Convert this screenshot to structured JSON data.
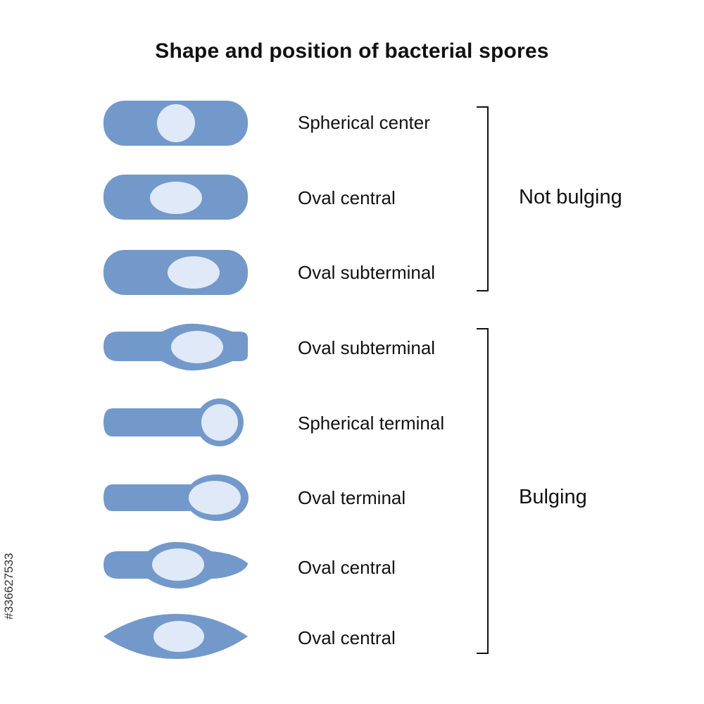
{
  "title": "Shape and position of bacterial spores",
  "colors": {
    "cell": "#7399cb",
    "spore": "#dfe9f8",
    "bracket": "#111111"
  },
  "cells": [
    {
      "label": "Spherical center"
    },
    {
      "label": "Oval central"
    },
    {
      "label": "Oval subterminal"
    },
    {
      "label": "Oval subterminal"
    },
    {
      "label": "Spherical terminal"
    },
    {
      "label": "Oval terminal"
    },
    {
      "label": "Oval central"
    },
    {
      "label": "Oval central"
    }
  ],
  "groups": [
    {
      "label": "Not bulging"
    },
    {
      "label": "Bulging"
    }
  ],
  "image_id": "#336627533"
}
